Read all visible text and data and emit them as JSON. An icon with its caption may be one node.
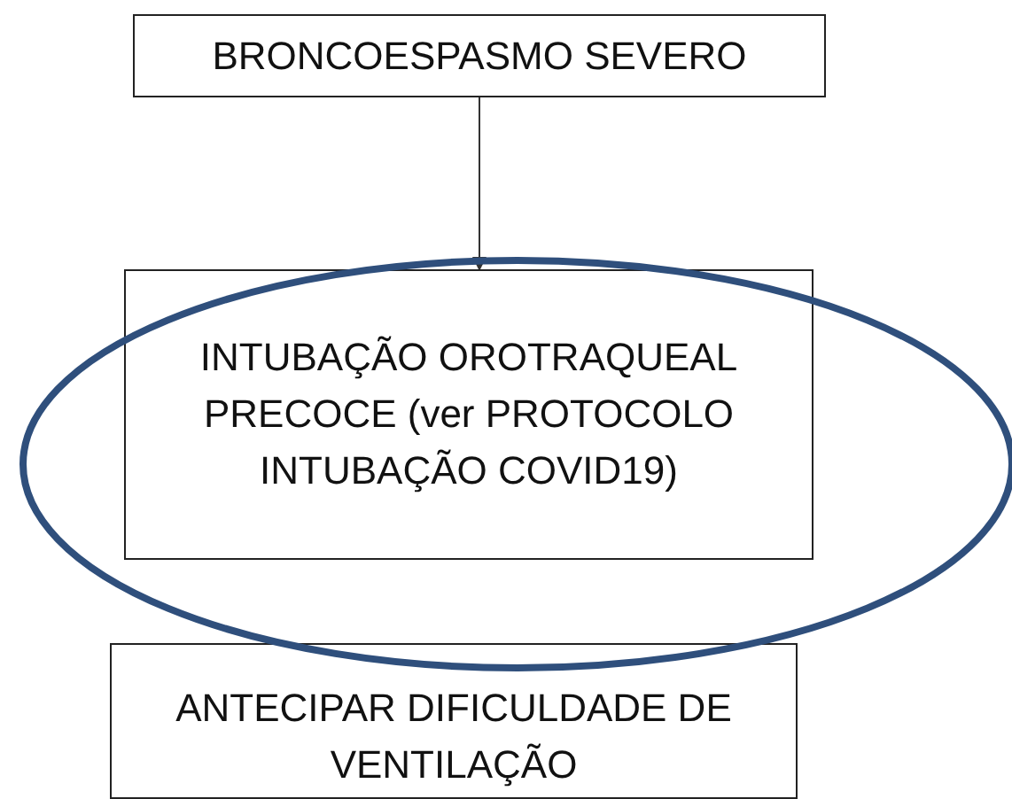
{
  "diagram": {
    "nodes": [
      {
        "text": [
          "BRONCOESPASMO SEVERO"
        ]
      },
      {
        "text": [
          "INTUBAÇÃO OROTRAQUEAL PRECOCE (ver PROTOCOLO INTUBAÇÃO COVID19)"
        ]
      },
      {
        "text": [
          "ANTECIPAR DIFICULDADE DE VENTILAÇÃO"
        ]
      }
    ],
    "edges": [
      {
        "from": 0,
        "to": 1,
        "arrow": "to"
      }
    ]
  }
}
